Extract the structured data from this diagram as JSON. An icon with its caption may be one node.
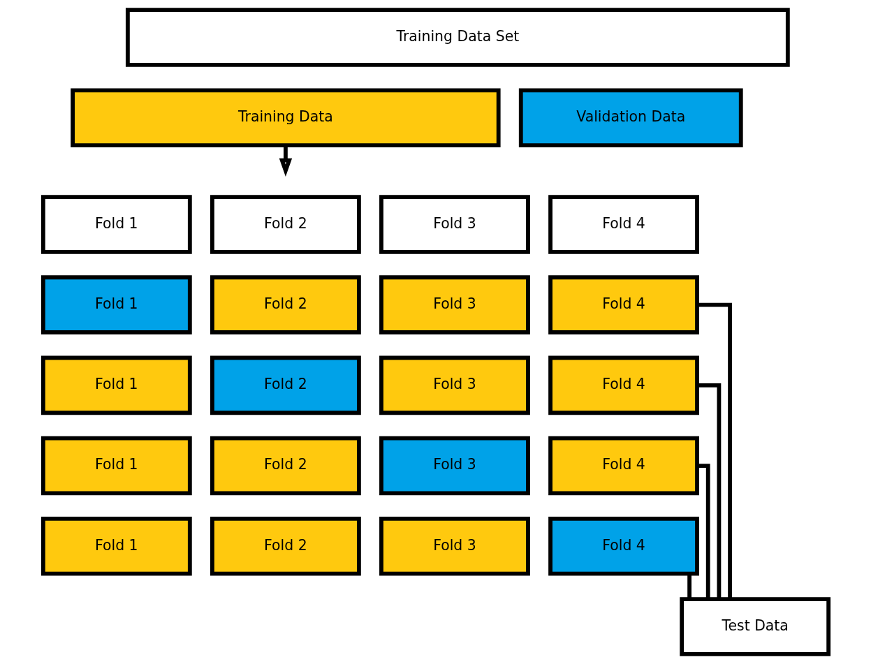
{
  "diagram": {
    "nodes": [
      {
        "text": [
          "Training Data Set"
        ]
      },
      {
        "text": [
          "Training Data"
        ]
      },
      {
        "text": [
          "Validation Data"
        ]
      },
      {
        "text": [
          "Fold 1"
        ]
      },
      {
        "text": [
          "Fold 2"
        ]
      },
      {
        "text": [
          "Fold 3"
        ]
      },
      {
        "text": [
          "Fold 4"
        ]
      },
      {
        "text": [
          "Fold 1"
        ]
      },
      {
        "text": [
          "Fold 2"
        ]
      },
      {
        "text": [
          "Fold 3"
        ]
      },
      {
        "text": [
          "Fold 4"
        ]
      },
      {
        "text": [
          "Fold 1"
        ]
      },
      {
        "text": [
          "Fold 2"
        ]
      },
      {
        "text": [
          "Fold 3"
        ]
      },
      {
        "text": [
          "Fold 4"
        ]
      },
      {
        "text": [
          "Fold 1"
        ]
      },
      {
        "text": [
          "Fold 2"
        ]
      },
      {
        "text": [
          "Fold 3"
        ]
      },
      {
        "text": [
          "Fold 4"
        ]
      },
      {
        "text": [
          "Fold 1"
        ]
      },
      {
        "text": [
          "Fold 2"
        ]
      },
      {
        "text": [
          "Fold 3"
        ]
      },
      {
        "text": [
          "Fold 4"
        ]
      },
      {
        "text": [
          "Test Data"
        ]
      }
    ],
    "edges": [
      {
        "from": 1,
        "to": null,
        "arrow": "to"
      },
      {
        "from": 10,
        "to": 23,
        "arrow": "none"
      },
      {
        "from": 14,
        "to": 23,
        "arrow": "none"
      },
      {
        "from": 18,
        "to": 23,
        "arrow": "none"
      },
      {
        "from": 22,
        "to": 23,
        "arrow": "none"
      }
    ]
  }
}
